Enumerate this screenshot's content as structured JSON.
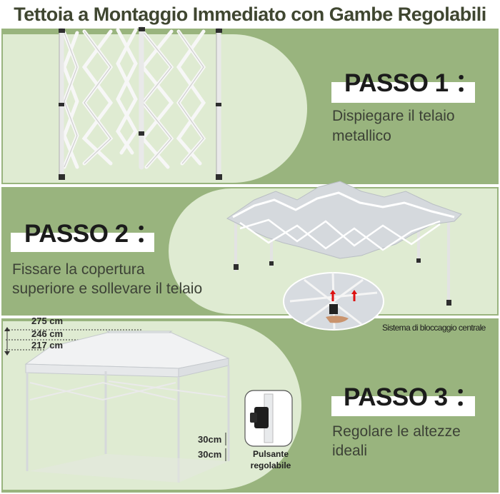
{
  "title": "Tettoia a Montaggio Immediato con Gambe Regolabili",
  "steps": [
    {
      "label": "PASSO 1 ：",
      "description_lines": [
        "Dispiegare il telaio",
        "metallico"
      ]
    },
    {
      "label": "PASSO 2 ：",
      "description_lines": [
        "Fissare la copertura",
        "superiore e sollevare il telaio"
      ]
    },
    {
      "label": "PASSO 3 ：",
      "description_lines": [
        "Regolare le altezze",
        "ideali"
      ]
    }
  ],
  "heights": [
    "275 cm",
    "246 cm",
    "217 cm"
  ],
  "adjust_steps": [
    "30cm",
    "30cm"
  ],
  "lock_caption": "Sistema di bloccaggio centrale",
  "button_caption_lines": [
    "Pulsante",
    "regolabile"
  ],
  "colors": {
    "band_green": "#99b47e",
    "panel_green": "#dfebd2",
    "title_color": "#3f4630"
  }
}
